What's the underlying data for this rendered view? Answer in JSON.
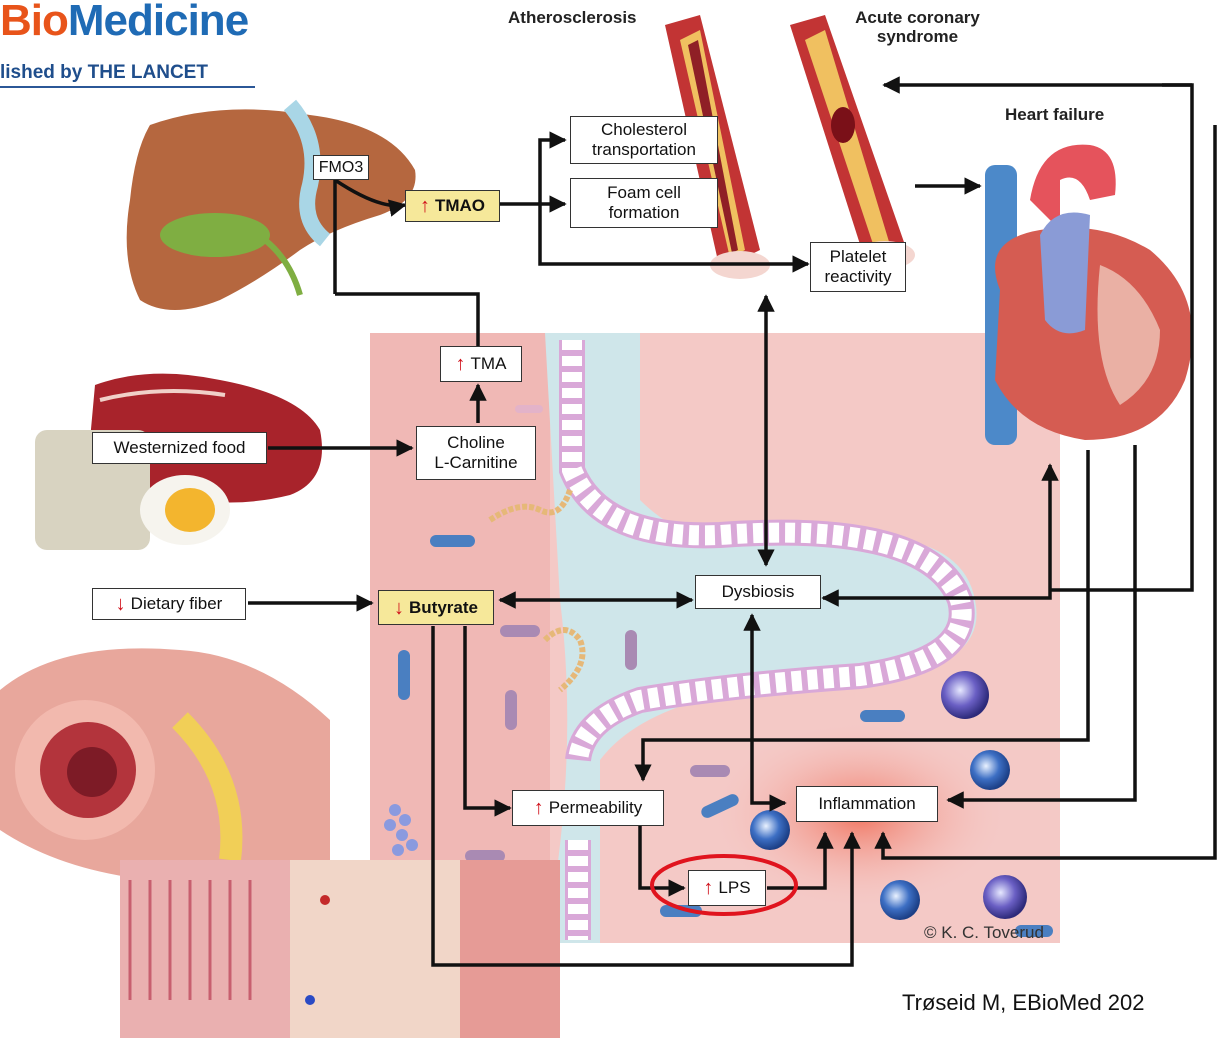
{
  "header": {
    "brand_part1": "Bio",
    "brand_part2": "Medicine",
    "published_by": "lished by THE LANCET"
  },
  "labels": {
    "atherosclerosis": "Atherosclerosis",
    "acs_line1": "Acute coronary",
    "acs_line2": "syndrome",
    "heart_failure": "Heart failure"
  },
  "boxes": {
    "fmo3": "FMO3",
    "tmao": "TMAO",
    "cholesterol_l1": "Cholesterol",
    "cholesterol_l2": "transportation",
    "foam_l1": "Foam cell",
    "foam_l2": "formation",
    "platelet_l1": "Platelet",
    "platelet_l2": "reactivity",
    "tma": "TMA",
    "choline_l1": "Choline",
    "choline_l2": "L-Carnitine",
    "western_food": "Westernized food",
    "dietary_fiber": "Dietary fiber",
    "butyrate": "Butyrate",
    "dysbiosis": "Dysbiosis",
    "permeability": "Permeability",
    "inflammation": "Inflammation",
    "lps": "LPS"
  },
  "arrow_glyphs": {
    "up": "↑",
    "down": "↓"
  },
  "credits": {
    "illustrator": "© K. C. Toverud",
    "citation": "Trøseid M, EBioMed 202"
  },
  "colors": {
    "highlight_box": "#f6e89a",
    "arrow_red": "#d0111b",
    "lps_ring": "#e0141e",
    "panel_pink": "#f4c9c6",
    "lumen_blue": "#cfe6ea",
    "liver": "#b5673f",
    "brand_orange": "#e8541a",
    "brand_blue": "#1f6bb5"
  }
}
